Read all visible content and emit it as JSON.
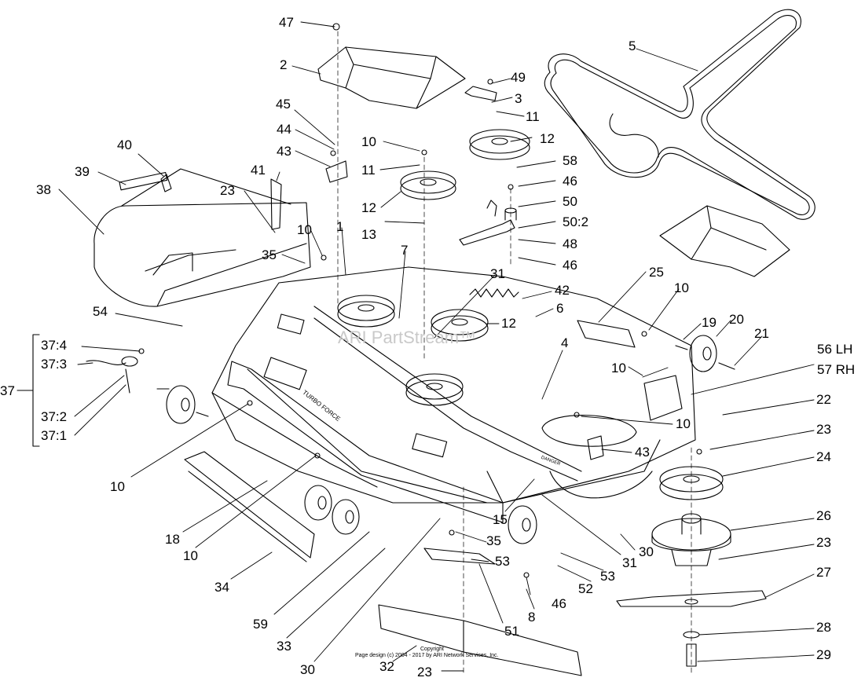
{
  "callouts": {
    "c47": "47",
    "c2": "2",
    "c49": "49",
    "c3": "3",
    "c5": "5",
    "c45": "45",
    "c11a": "11",
    "c44": "44",
    "c10a": "10",
    "c12a": "12",
    "c40": "40",
    "c43a": "43",
    "c11b": "11",
    "c58": "58",
    "c39": "39",
    "c41": "41",
    "c46a": "46",
    "c38": "38",
    "c23a": "23",
    "c12b": "12",
    "c50": "50",
    "c10b": "10",
    "c13": "13",
    "c502": "50:2",
    "c1": "1",
    "c48": "48",
    "c35a": "35",
    "c7": "7",
    "c46b": "46",
    "c31a": "31",
    "c25": "25",
    "c10c": "10",
    "c42": "42",
    "c19": "19",
    "c54": "54",
    "c20": "20",
    "c6": "6",
    "c12c": "12",
    "c21": "21",
    "c374": "37:4",
    "c4": "4",
    "c56": "56 LH",
    "c373": "37:3",
    "c10d": "10",
    "c57": "57 RH",
    "c37": "37",
    "c22": "22",
    "c372": "37:2",
    "c10e": "10",
    "c371": "37:1",
    "c23b": "23",
    "c43b": "43",
    "c24": "24",
    "c10f": "10",
    "c15": "15",
    "c26": "26",
    "c18": "18",
    "c35b": "35",
    "c30a": "30",
    "c23c": "23",
    "c10g": "10",
    "c31b": "31",
    "c53a": "53",
    "c34": "34",
    "c53b": "53",
    "c52": "52",
    "c46c": "46",
    "c27": "27",
    "c8": "8",
    "c59": "59",
    "c51": "51",
    "c28": "28",
    "c33": "33",
    "c29": "29",
    "c30b": "30",
    "c32": "32",
    "c23d": "23"
  },
  "watermark": "ARI PartStream™",
  "copyright": {
    "line1": "Copyright",
    "line2": "Page design (c) 2004 - 2017 by ARI Network Services, Inc."
  },
  "decals": {
    "turbo_force": "TURBO FORCE",
    "danger": "DANGER"
  }
}
